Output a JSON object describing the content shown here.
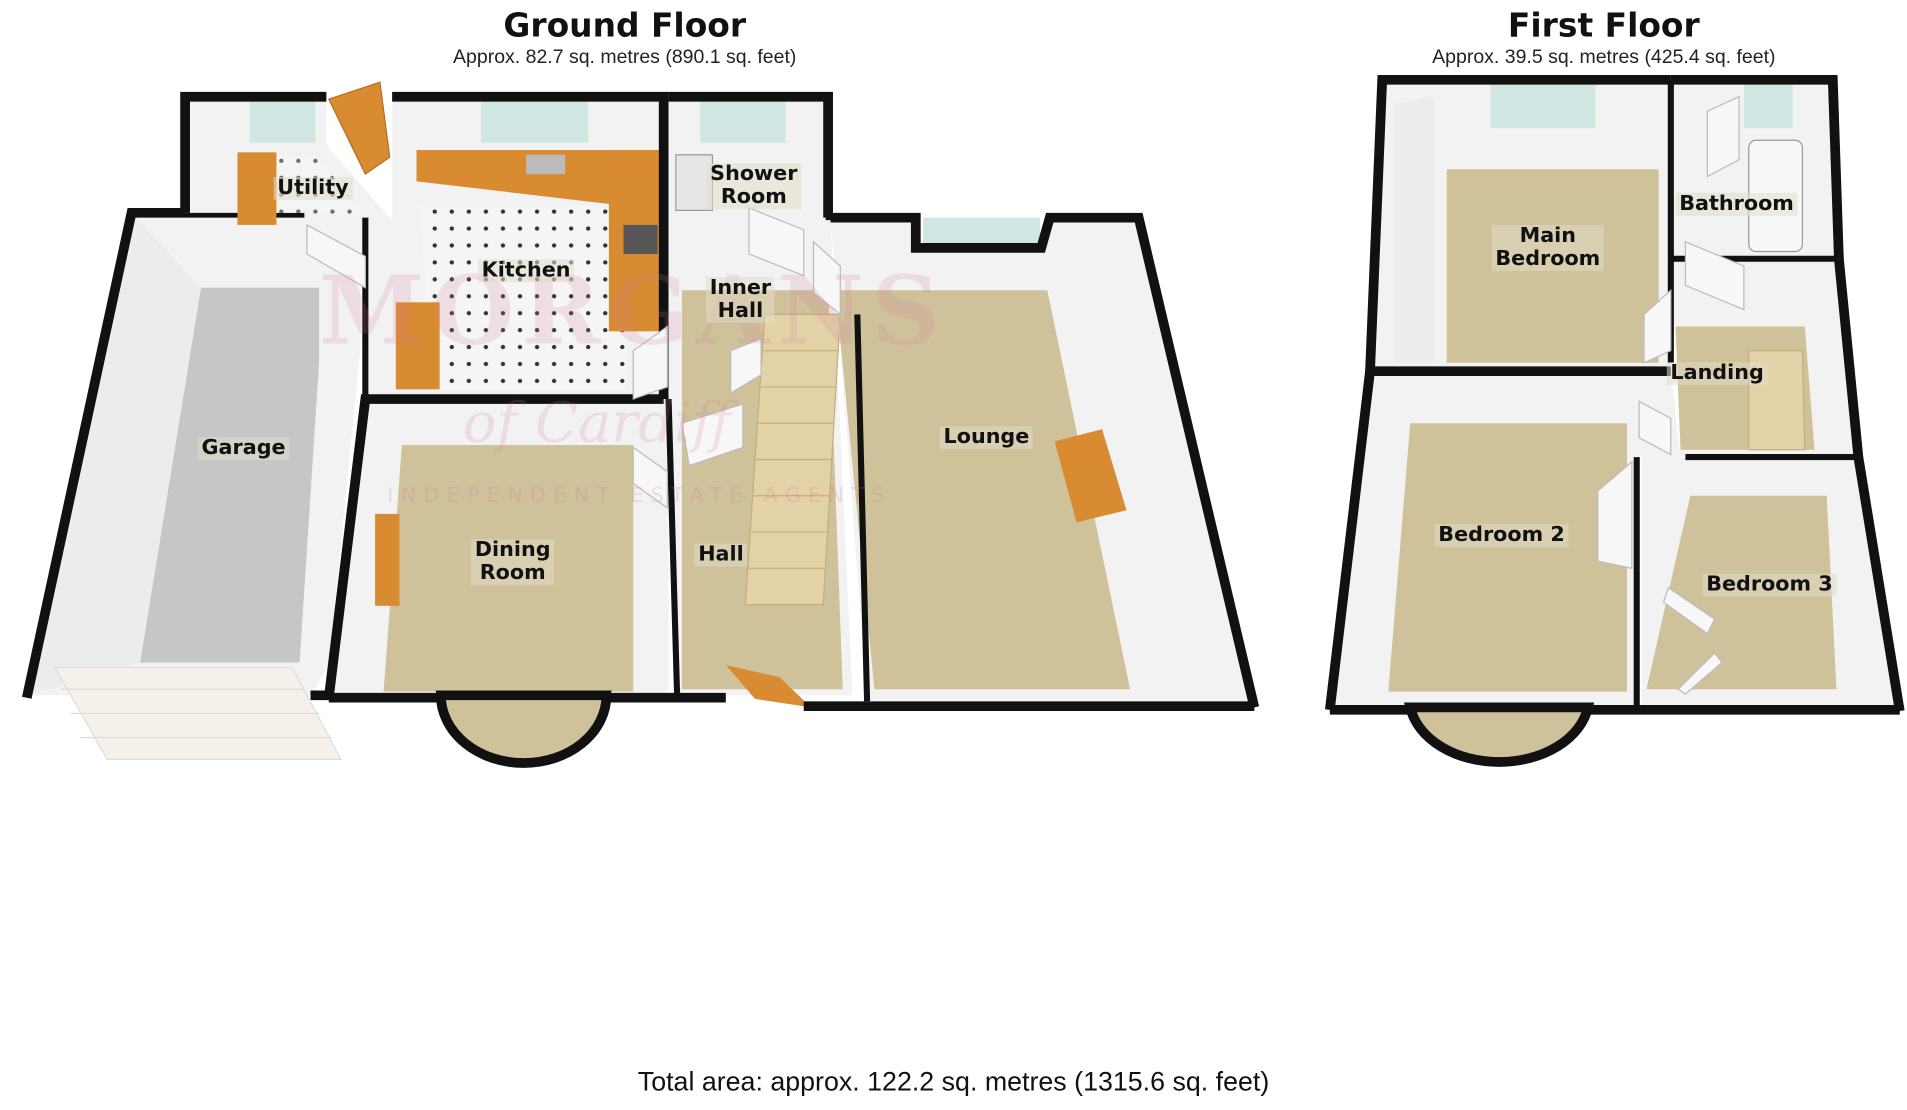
{
  "ground_floor": {
    "title": "Ground Floor",
    "area": "Approx. 82.7 sq. metres (890.1 sq. feet)",
    "rooms": {
      "utility": "Utility",
      "shower_room_1": "Shower",
      "shower_room_2": "Room",
      "kitchen": "Kitchen",
      "inner_hall_1": "Inner",
      "inner_hall_2": "Hall",
      "garage": "Garage",
      "lounge": "Lounge",
      "dining_room_1": "Dining",
      "dining_room_2": "Room",
      "hall": "Hall"
    }
  },
  "first_floor": {
    "title": "First Floor",
    "area": "Approx. 39.5 sq. metres (425.4 sq. feet)",
    "rooms": {
      "main_bedroom_1": "Main",
      "main_bedroom_2": "Bedroom",
      "bathroom": "Bathroom",
      "landing": "Landing",
      "bedroom_2": "Bedroom 2",
      "bedroom_3": "Bedroom 3"
    }
  },
  "total_area": "Total area: approx. 122.2 sq. metres (1315.6 sq. feet)",
  "watermark": {
    "brand": "MORGANS",
    "script": "of Cardiff",
    "tagline": "INDEPENDENT ESTATE AGENTS"
  },
  "colors": {
    "wall": "#111111",
    "floor_carpet": "#cfc29a",
    "floor_garage": "#c9c9c9",
    "wall_face": "#f4f4f4",
    "kitchen_units": "#d98b32",
    "window": "#cfe6e2"
  }
}
